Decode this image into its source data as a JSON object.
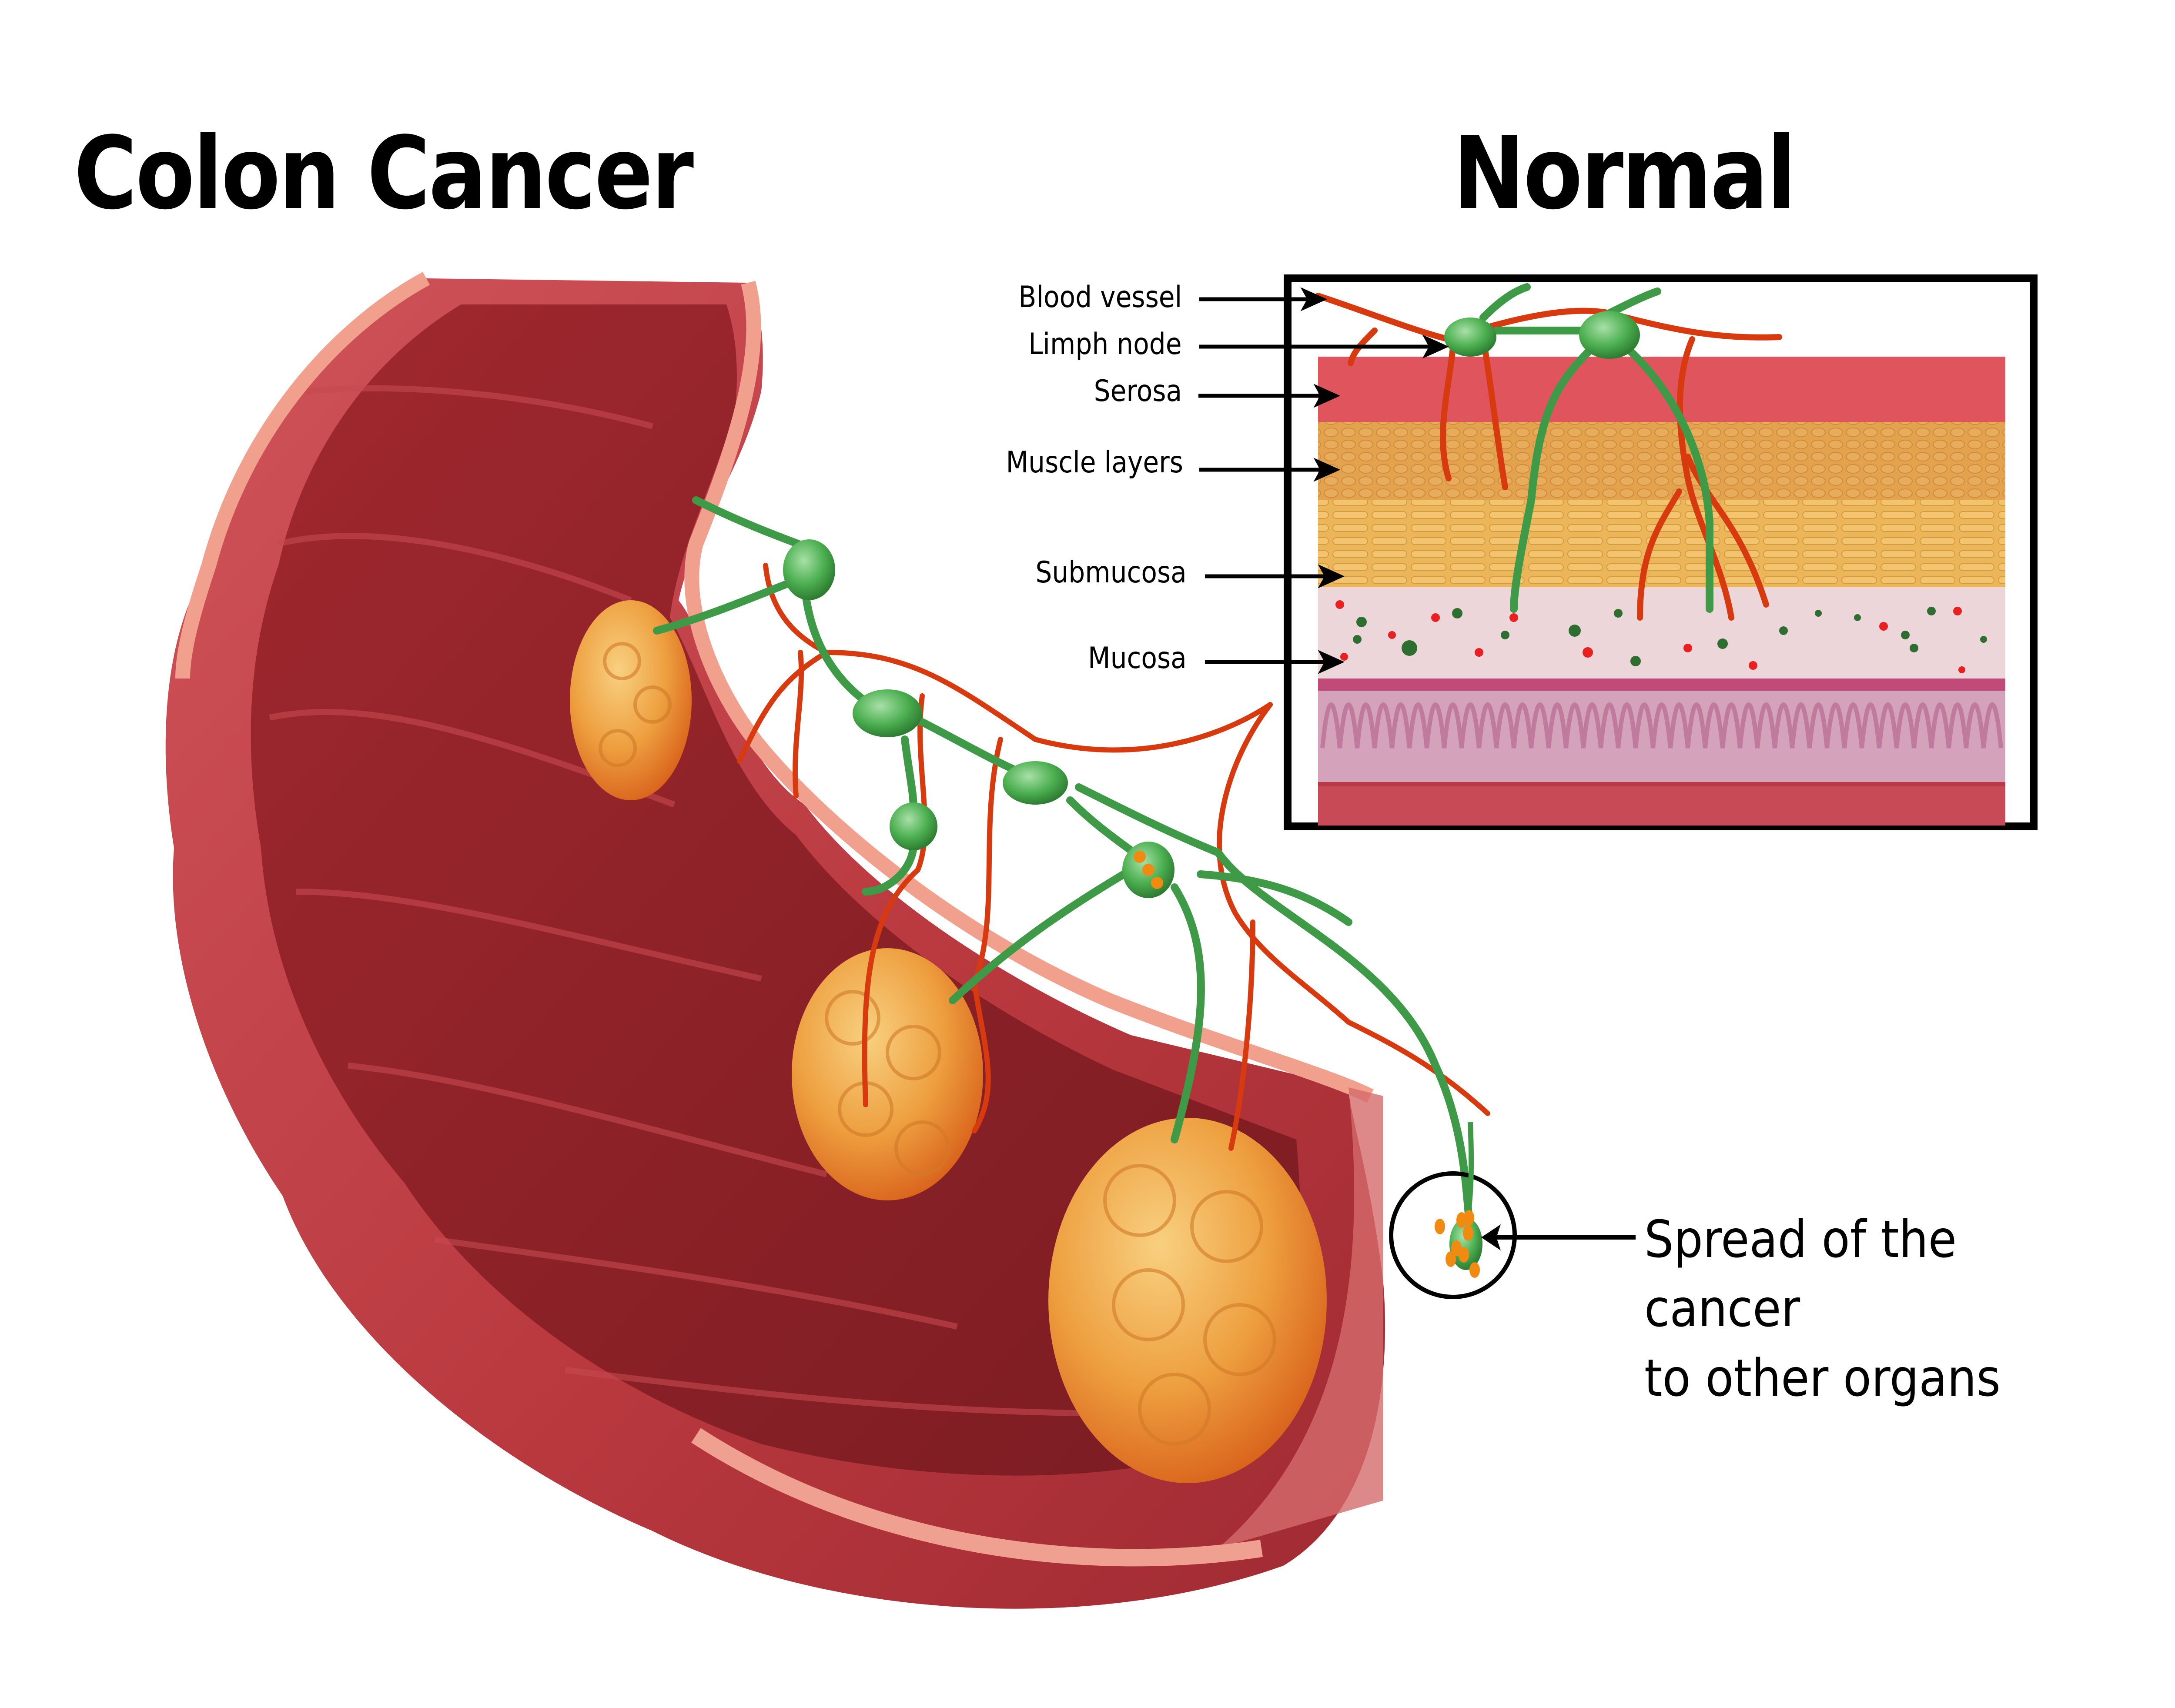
{
  "titles": {
    "left": "Colon Cancer",
    "right": "Normal"
  },
  "normal_panel": {
    "labels": [
      {
        "key": "blood_vessel",
        "text": "Blood vessel"
      },
      {
        "key": "lymph_node",
        "text": "Limph node"
      },
      {
        "key": "serosa",
        "text": "Serosa"
      },
      {
        "key": "muscle_layers",
        "text": "Muscle layers"
      },
      {
        "key": "submucosa",
        "text": "Submucosa"
      },
      {
        "key": "mucosa",
        "text": "Mucosa"
      }
    ],
    "layer_colors": {
      "serosa": "#e0545e",
      "muscle_outer": "#e3a24e",
      "muscle_inner": "#ebb55a",
      "submucosa": "#ecd6da",
      "muscularis_mucosae": "#c04a78",
      "mucosa": "#d4a2ba",
      "lumen_wall": "#c84a56"
    }
  },
  "callout": {
    "line1": "Spread of the cancer",
    "line2": "to other organs"
  },
  "colors": {
    "colon_tissue": "#b8383e",
    "colon_inner": "#8e2228",
    "colon_rim": "#f2a08e",
    "tumor": "#f0a030",
    "lymph": "#4caf50",
    "vessel": "#d83a10",
    "text": "#000000"
  }
}
